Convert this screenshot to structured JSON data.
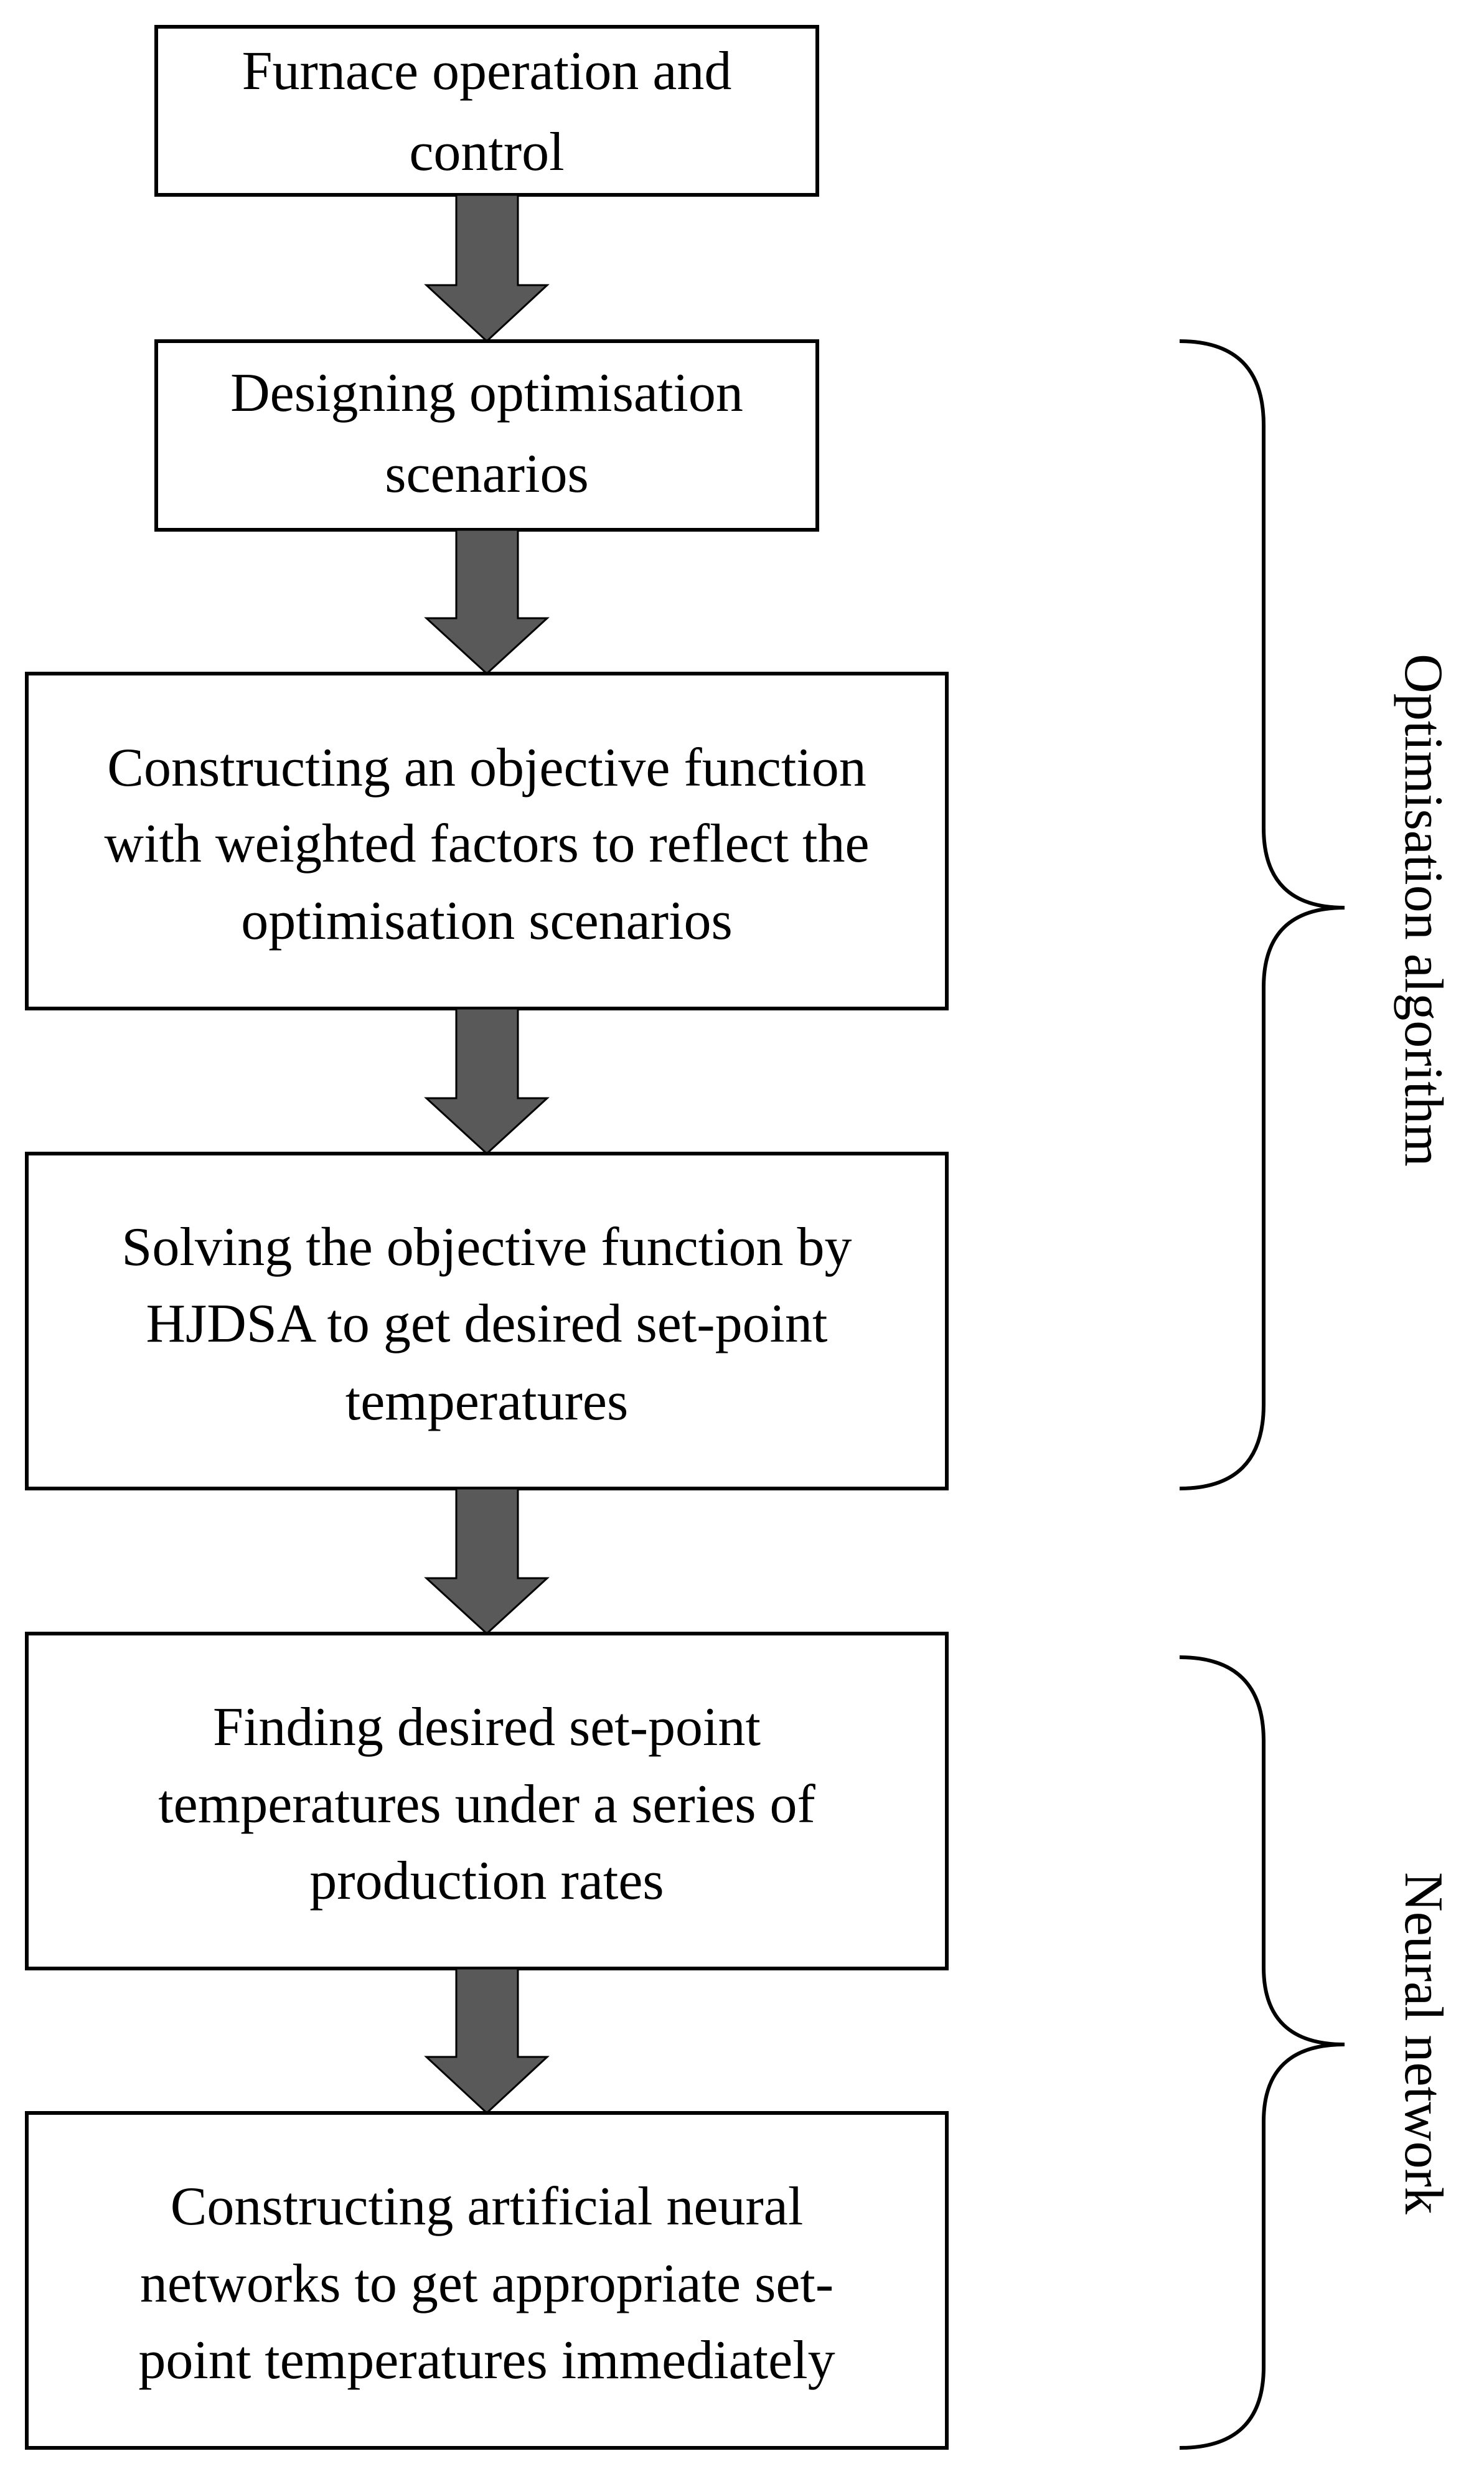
{
  "steps": [
    {
      "lines": [
        "Furnace operation and",
        "control"
      ]
    },
    {
      "lines": [
        "Designing optimisation",
        "scenarios"
      ]
    },
    {
      "lines": [
        "Constructing an objective function",
        "with weighted factors to reflect the",
        "optimisation scenarios"
      ]
    },
    {
      "lines": [
        "Solving the objective function by",
        "HJDSA to get desired set-point",
        "temperatures"
      ]
    },
    {
      "lines": [
        "Finding desired set-point",
        "temperatures under a series of",
        "production rates"
      ]
    },
    {
      "lines": [
        "Constructing artificial neural",
        "networks to get appropriate set-",
        "point temperatures immediately"
      ]
    }
  ],
  "groups": [
    {
      "label": "Optimisation algorithm",
      "from_step": 1,
      "to_step": 3
    },
    {
      "label": "Neural network",
      "from_step": 4,
      "to_step": 5
    }
  ],
  "colors": {
    "arrow_fill": "#595959",
    "box_stroke": "#000000",
    "text": "#000000",
    "background": "#ffffff"
  }
}
